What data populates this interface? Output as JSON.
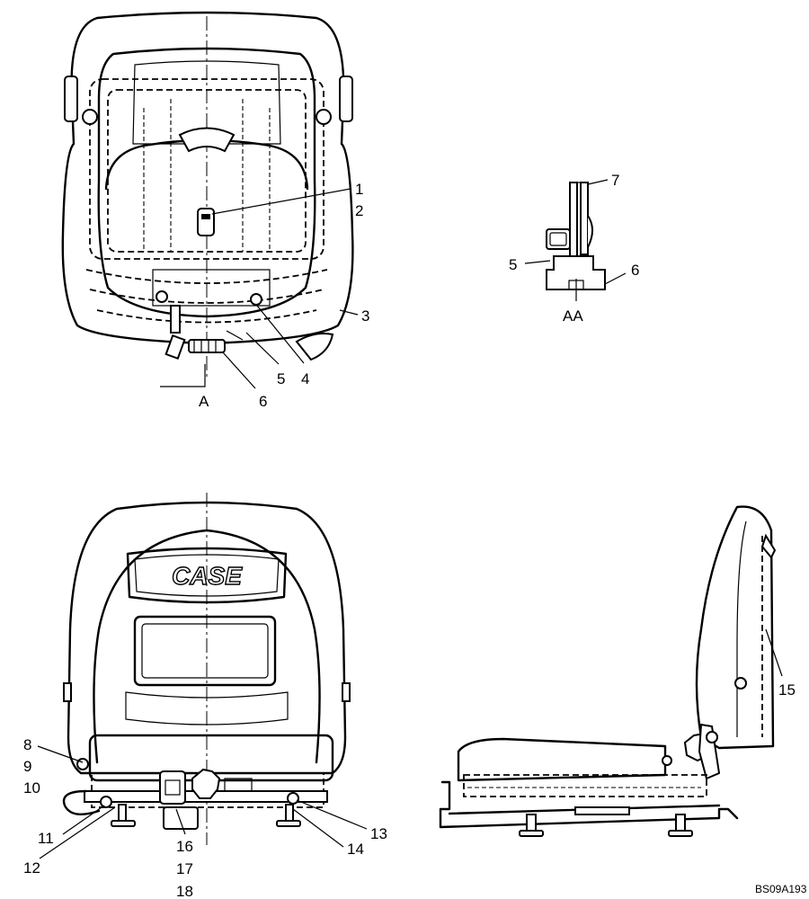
{
  "drawing": {
    "reference_code": "BS09A193",
    "brand_text": "CASE",
    "section_marker": "A",
    "section_view_label": "AA",
    "callouts_top": [
      "1",
      "2",
      "3",
      "4",
      "5",
      "6"
    ],
    "callouts_section": [
      "7",
      "5",
      "6"
    ],
    "callouts_rear": [
      "8",
      "9",
      "10",
      "11",
      "12",
      "13",
      "14",
      "16",
      "17",
      "18"
    ],
    "callouts_side": [
      "15"
    ]
  }
}
